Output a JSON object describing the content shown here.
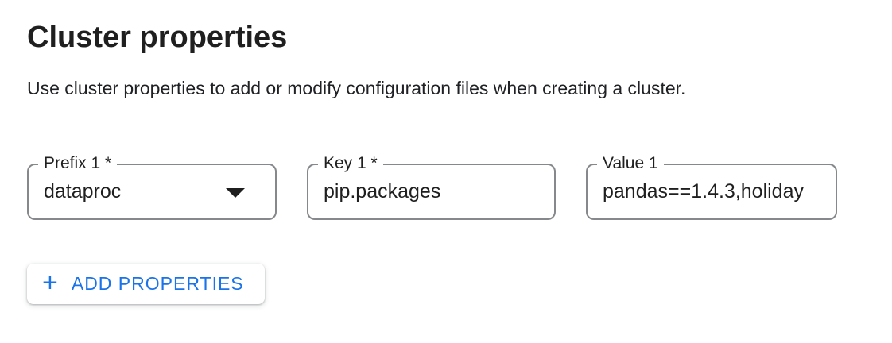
{
  "page": {
    "title": "Cluster properties",
    "subtitle": "Use cluster properties to add or modify configuration files when creating a cluster."
  },
  "form": {
    "fields": [
      {
        "label": "Prefix 1 *",
        "value": "dataproc",
        "type": "select",
        "required": true
      },
      {
        "label": "Key 1 *",
        "value": "pip.packages",
        "type": "text",
        "required": true
      },
      {
        "label": "Value 1",
        "value": "pandas==1.4.3,holiday",
        "type": "text",
        "required": false
      }
    ],
    "add_button": {
      "label": "ADD PROPERTIES",
      "icon": "plus-icon",
      "plus_glyph": "+"
    }
  },
  "colors": {
    "accent_blue": "#1a73e8",
    "field_border": "#86898c",
    "text_primary": "#1f1f1f",
    "background": "#ffffff"
  }
}
